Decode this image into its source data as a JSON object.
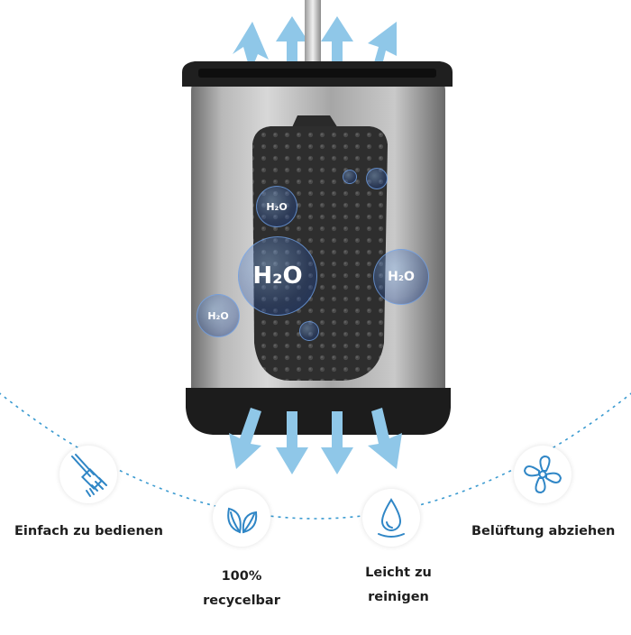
{
  "h2o_labels": {
    "main": "H₂O",
    "top_left": "H₂O",
    "right": "H₂O",
    "left_small": "H₂O"
  },
  "features": [
    {
      "id": "easy-to-use",
      "line1": "Einfach zu bedienen",
      "icon": "toilet-brush-icon"
    },
    {
      "id": "recyclable",
      "line1": "100%",
      "line2": "recycelbar",
      "icon": "leaves-icon"
    },
    {
      "id": "easy-to-clean",
      "line1": "Leicht zu",
      "line2": "reinigen",
      "icon": "water-drop-icon"
    },
    {
      "id": "ventilation",
      "line1": "Belüftung abziehen",
      "icon": "fan-icon"
    }
  ],
  "colors": {
    "accent": "#2f86c6",
    "arrow": "#8fc7e8",
    "label": "#1e1e1e",
    "steel": "#9a9a9a",
    "brush": "#2b2b2b"
  }
}
